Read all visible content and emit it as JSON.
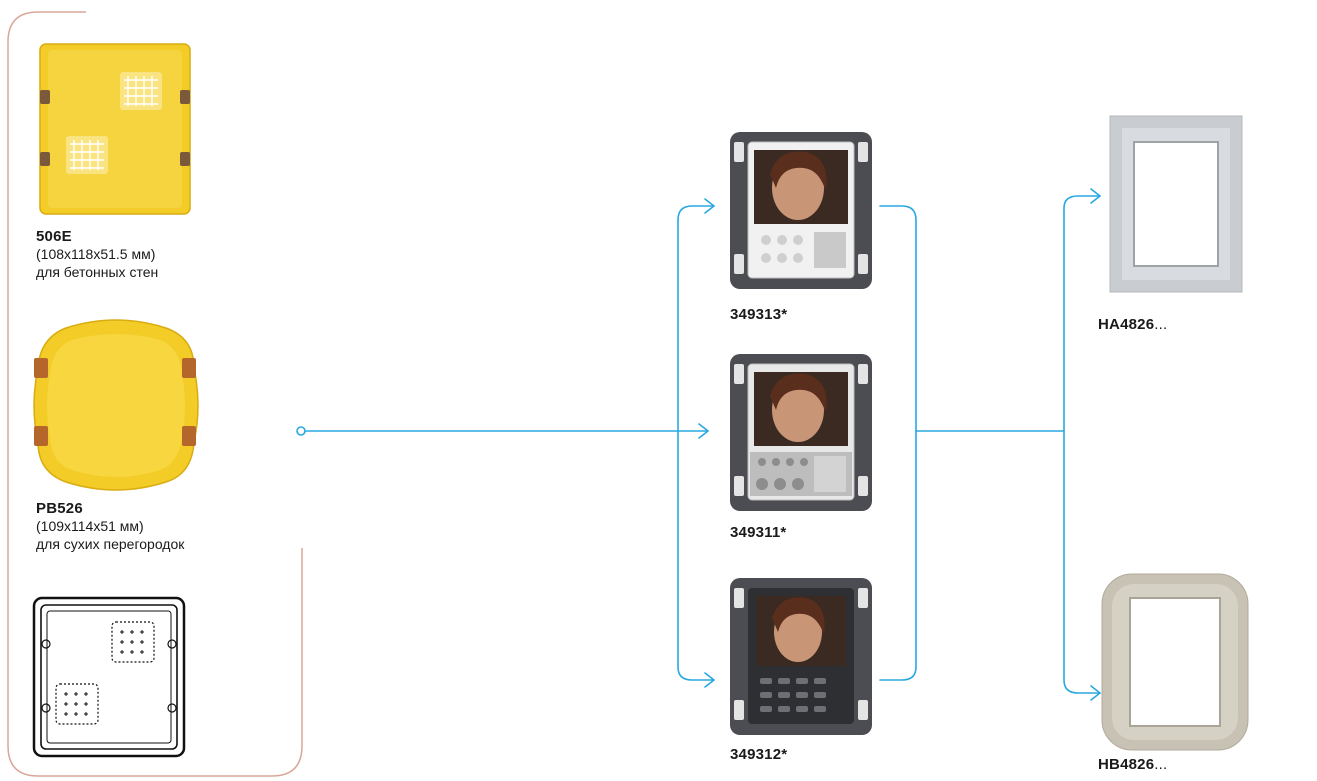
{
  "boxes": {
    "box1": {
      "code": "506E",
      "size": "(108x118x51.5 мм)",
      "desc": "для бетонных стен"
    },
    "box2": {
      "code": "PB526",
      "size": "(109x114x51 мм)",
      "desc": "для сухих перегородок"
    }
  },
  "devices": [
    {
      "code": "349313*"
    },
    {
      "code": "349311*"
    },
    {
      "code": "349312*"
    }
  ],
  "frames": [
    {
      "code": "HA4826",
      "suffix": "..."
    },
    {
      "code": "HB4826",
      "suffix": "..."
    }
  ],
  "colors": {
    "connector": "#29a8e0",
    "enclosure": "#d9a79a",
    "box_yellow": "#f3cc28",
    "device_dark": "#4c4d52"
  }
}
